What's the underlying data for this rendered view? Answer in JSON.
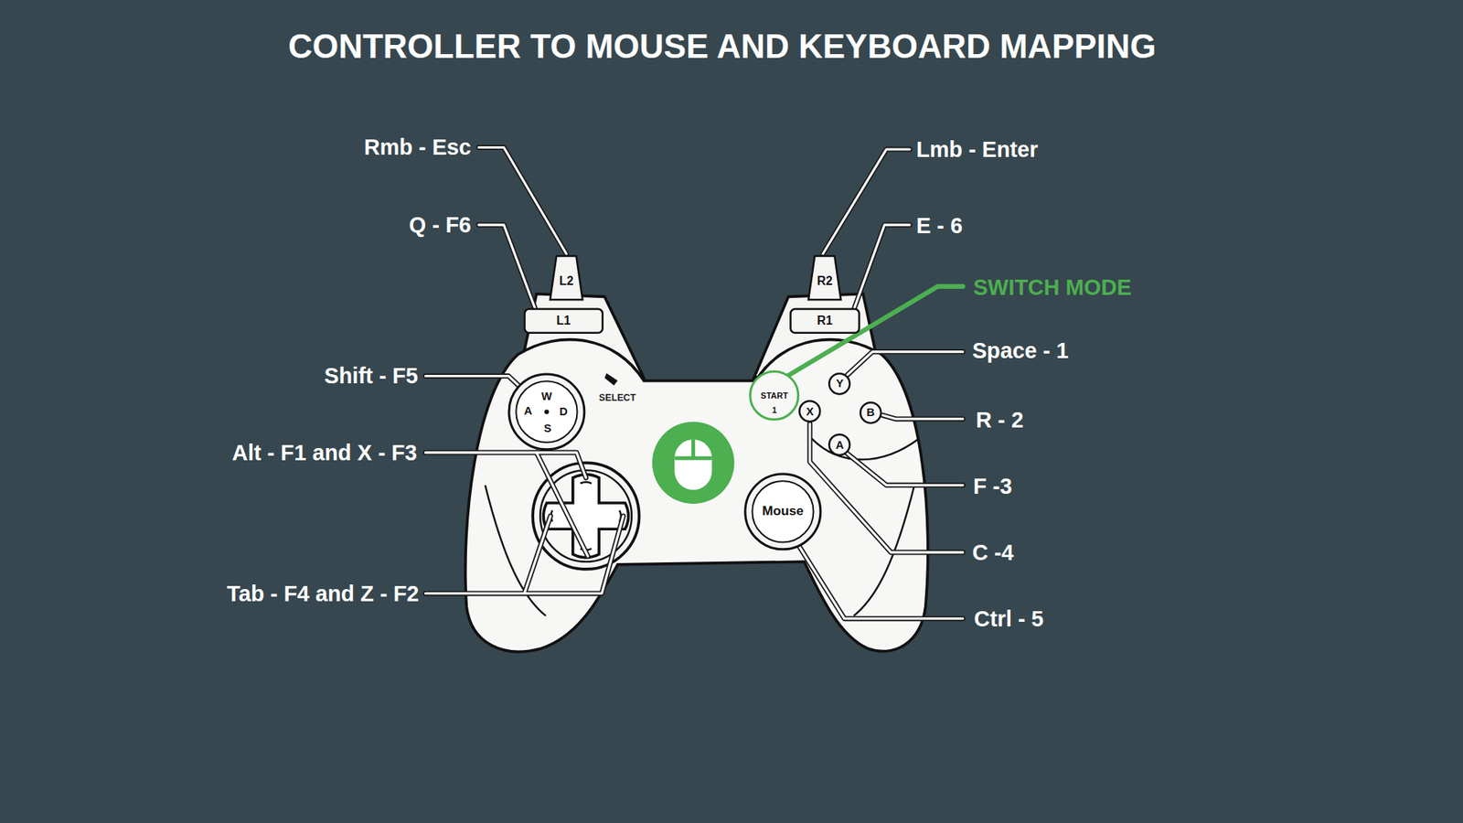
{
  "diagram": {
    "title": "CONTROLLER TO MOUSE AND KEYBOARD MAPPING",
    "nodes": [
      {
        "text": [
          "L2"
        ]
      },
      {
        "text": [
          "R2"
        ]
      },
      {
        "text": [
          "L1"
        ]
      },
      {
        "text": [
          "R1"
        ]
      },
      {
        "text": [
          "START",
          "1"
        ]
      },
      {
        "text": [
          "Y"
        ]
      },
      {
        "text": [
          "X"
        ]
      },
      {
        "text": [
          "B"
        ]
      },
      {
        "text": [
          "A"
        ]
      },
      {
        "text": [
          "W",
          "A",
          "D",
          "S"
        ]
      },
      {
        "text": [
          "Mouse"
        ]
      }
    ],
    "labels": [
      "Rmb - Esc",
      "Lmb - Enter",
      "Q - F6",
      "E - 6",
      "SWITCH MODE",
      "Space - 1",
      "Shift - F5",
      "SELECT",
      "R - 2",
      "Alt - F1 and X - F3",
      "F -3",
      "C -4",
      "Tab - F4 and Z - F2",
      "Ctrl - 5"
    ]
  }
}
